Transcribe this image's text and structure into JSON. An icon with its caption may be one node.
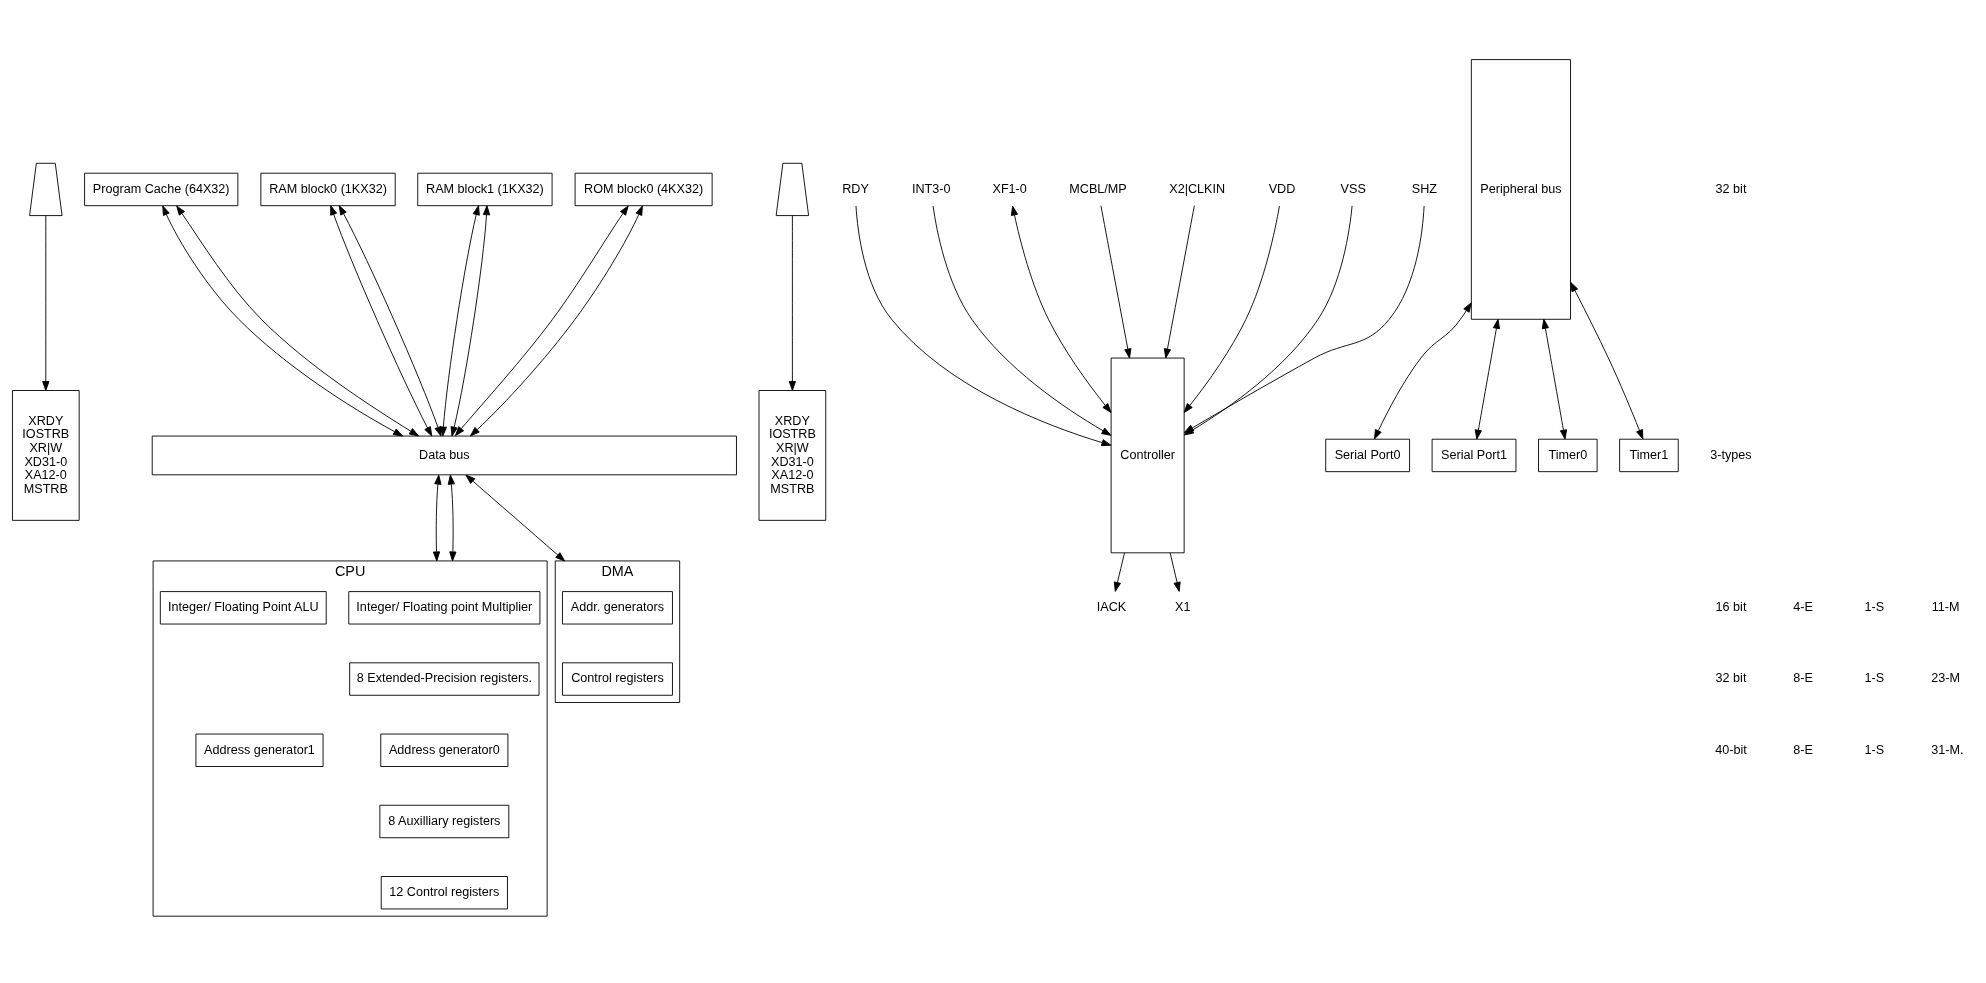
{
  "diagram": {
    "nodes": [
      {
        "text": [
          "XRDY",
          "IOSTRB",
          "XR|W",
          "XD31-0",
          "XA12-0",
          "MSTRB"
        ]
      },
      {
        "text": [],
        "shape": "trapezoid"
      },
      {
        "text": [
          "Program Cache (64X32)"
        ]
      },
      {
        "text": [
          "RAM block0 (1KX32)"
        ]
      },
      {
        "text": [
          "RAM block1 (1KX32)"
        ]
      },
      {
        "text": [
          "ROM block0 (4KX32)"
        ]
      },
      {
        "text": [
          "Data bus"
        ]
      },
      {
        "text": [],
        "shape": "trapezoid"
      },
      {
        "text": [
          "XRDY",
          "IOSTRB",
          "XR|W",
          "XD31-0",
          "XA12-0",
          "MSTRB"
        ]
      },
      {
        "text": [
          "Controller"
        ]
      },
      {
        "text": [
          "CPU"
        ]
      },
      {
        "text": [
          "Integer/ Floating point Multiplier"
        ],
        "in": 10
      },
      {
        "text": [
          "Integer/ Floating Point ALU"
        ],
        "in": 10
      },
      {
        "text": [
          "8 Extended-Precision registers."
        ],
        "in": 10
      },
      {
        "text": [
          "Address generator0"
        ],
        "in": 10
      },
      {
        "text": [
          "Address generator1"
        ],
        "in": 10
      },
      {
        "text": [
          "8 Auxilliary registers"
        ],
        "in": 10
      },
      {
        "text": [
          "12 Control registers"
        ],
        "in": 10
      },
      {
        "text": [
          "DMA"
        ]
      },
      {
        "text": [
          "Addr. generators"
        ],
        "in": 18
      },
      {
        "text": [
          "Control registers"
        ],
        "in": 18
      },
      {
        "text": [
          "Peripheral bus"
        ]
      },
      {
        "text": [
          "Serial Port0"
        ]
      },
      {
        "text": [
          "Serial Port1"
        ]
      },
      {
        "text": [
          "Timer0"
        ]
      },
      {
        "text": [
          "Timer1"
        ]
      },
      {
        "text": [
          "RDY"
        ]
      },
      {
        "text": [
          "INT3-0"
        ]
      },
      {
        "text": [
          "IACK"
        ]
      },
      {
        "text": [
          "XF1-0"
        ]
      },
      {
        "text": [
          "MCBL/MP"
        ]
      },
      {
        "text": [
          "X1"
        ]
      },
      {
        "text": [
          "X2|CLKIN"
        ]
      },
      {
        "text": [
          "VDD"
        ]
      },
      {
        "text": [
          "VSS"
        ]
      },
      {
        "text": [
          "SHZ"
        ]
      }
    ],
    "edges": [
      {
        "from": 2,
        "to": 6,
        "arrow": "both"
      },
      {
        "from": 2,
        "to": 6,
        "arrow": "both"
      },
      {
        "from": 3,
        "to": 6,
        "arrow": "both"
      },
      {
        "from": 3,
        "to": 6,
        "arrow": "both"
      },
      {
        "from": 4,
        "to": 6,
        "arrow": "both"
      },
      {
        "from": 4,
        "to": 6,
        "arrow": "both"
      },
      {
        "from": 5,
        "to": 6,
        "arrow": "both"
      },
      {
        "from": 5,
        "to": 6,
        "arrow": "both"
      },
      {
        "from": 1,
        "to": 0,
        "arrow": "to"
      },
      {
        "from": 7,
        "to": 8,
        "arrow": "to"
      },
      {
        "from": 6,
        "to": 10,
        "arrow": "both"
      },
      {
        "from": 6,
        "to": 10,
        "arrow": "both"
      },
      {
        "from": 6,
        "to": 18,
        "arrow": "both"
      },
      {
        "from": 21,
        "to": 22,
        "arrow": "both"
      },
      {
        "from": 21,
        "to": 23,
        "arrow": "both"
      },
      {
        "from": 21,
        "to": 24,
        "arrow": "both"
      },
      {
        "from": 21,
        "to": 25,
        "arrow": "both"
      },
      {
        "from": 26,
        "to": 9,
        "arrow": "to"
      },
      {
        "from": 27,
        "to": 9,
        "arrow": "to"
      },
      {
        "from": 9,
        "to": 28,
        "arrow": "to"
      },
      {
        "from": 29,
        "to": 9,
        "arrow": "both"
      },
      {
        "from": 30,
        "to": 9,
        "arrow": "to"
      },
      {
        "from": 9,
        "to": 31,
        "arrow": "to"
      },
      {
        "from": 32,
        "to": 9,
        "arrow": "to"
      },
      {
        "from": 33,
        "to": 9,
        "arrow": "to"
      },
      {
        "from": 34,
        "to": 9,
        "arrow": "to"
      },
      {
        "from": 35,
        "to": 9,
        "arrow": "to"
      }
    ],
    "labels": [
      "32 bit",
      "3-types",
      "16 bit",
      "4-E",
      "1-S",
      "11-M",
      "32 bit",
      "8-E",
      "1-S",
      "23-M",
      "40-bit",
      "8-E",
      "1-S",
      "31-M."
    ]
  }
}
